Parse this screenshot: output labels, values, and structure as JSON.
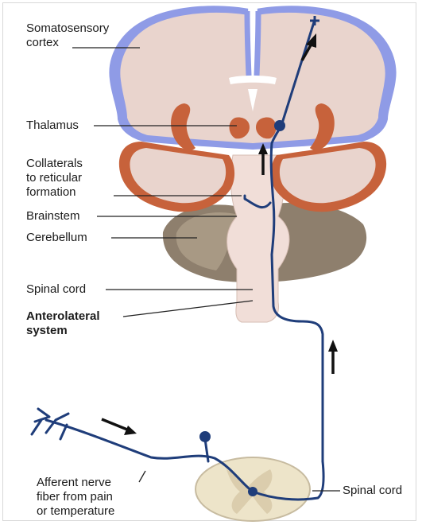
{
  "labels": {
    "somatosensory_cortex": [
      "Somatosensory",
      "cortex"
    ],
    "thalamus": "Thalamus",
    "collaterals": [
      "Collaterals",
      "to reticular",
      "formation"
    ],
    "brainstem": "Brainstem",
    "cerebellum": "Cerebellum",
    "spinal_cord_upper": "Spinal cord",
    "anterolateral_system": [
      "Anterolateral",
      "system"
    ],
    "afferent_fiber": [
      "Afferent nerve",
      "fiber from pain",
      "or temperature"
    ],
    "spinal_cord_lower": "Spinal cord"
  },
  "colors": {
    "cortex_blue": "#8f9be6",
    "brain_tissue": "#e9d4cd",
    "nuclei_orange": "#c7623b",
    "cerebellum": "#8e7f6d",
    "cerebellum_light": "#b3a48f",
    "brainstem": "#f1ded8",
    "spinal_section": "#ede4c9",
    "nerve_fiber": "#1f3d7a",
    "arrow": "#111111"
  }
}
